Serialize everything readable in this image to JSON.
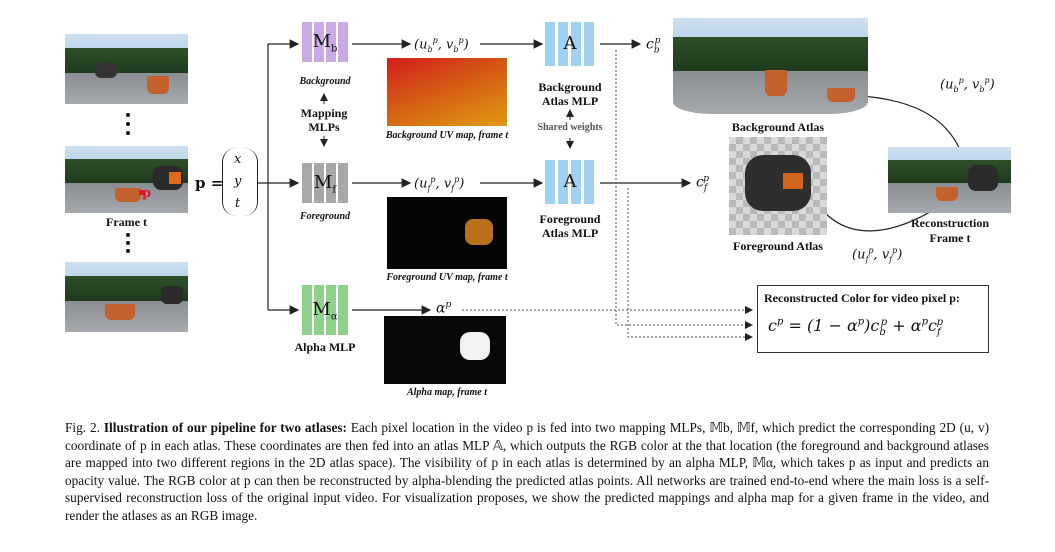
{
  "figure": {
    "frame_label": "Frame t",
    "p_label": "p",
    "p_eq": "p =",
    "vec": [
      "x",
      "y",
      "t"
    ],
    "mlp_b": "M",
    "mlp_b_sub": "b",
    "mlp_f": "M",
    "mlp_f_sub": "f",
    "mlp_a": "M",
    "mlp_a_sub": "α",
    "background_label": "Background",
    "foreground_label": "Foreground",
    "mapping_mlps_line1": "Mapping",
    "mapping_mlps_line2": "MLPs",
    "alpha_mlp_label": "Alpha MLP",
    "uv_b": "(u",
    "uv_b_full": "(u_b^p, v_b^p)",
    "uv_f_full": "(u_f^p, v_f^p)",
    "alpha_p": "α^p",
    "bg_uv_caption": "Background UV map, frame t",
    "fg_uv_caption": "Foreground UV map, frame t",
    "alpha_map_caption": "Alpha map, frame t",
    "atlas_symbol": "A",
    "bg_atlas_mlp_1": "Background",
    "bg_atlas_mlp_2": "Atlas MLP",
    "fg_atlas_mlp_1": "Foreground",
    "fg_atlas_mlp_2": "Atlas MLP",
    "shared_weights": "Shared weights",
    "c_b": "c_b^p",
    "c_f": "c_f^p",
    "background_atlas": "Background Atlas",
    "foreground_atlas": "Foreground Atlas",
    "recon_1": "Reconstruction",
    "recon_2": "Frame t",
    "recon_box_title": "Reconstructed Color for video pixel p:",
    "recon_formula": "c^p = (1 − α^p)c_b^p + α^p c_f^p"
  },
  "caption": {
    "prefix": "Fig. 2.",
    "bold": "Illustration of our pipeline for two atlases:",
    "text": " Each pixel location in the video p is fed into two mapping MLPs, 𝕄b, 𝕄f, which predict the corresponding 2D (u, v) coordinate of p in each atlas. These coordinates are then fed into an atlas MLP 𝔸, which outputs the RGB color at the that location (the foreground and background atlases are mapped into two different regions in the 2D atlas space). The visibility of p in each atlas is determined by an alpha MLP, 𝕄α, which takes p as input and predicts an opacity value. The RGB color at p can then be reconstructed by alpha-blending the predicted atlas points. All networks are trained end-to-end where the main loss is a self-supervised reconstruction loss of the original input video. For visualization proposes, we show the predicted mappings and alpha map for a given frame in the video, and render the atlases as an RGB image."
  },
  "colors": {
    "mlp_purple": "#c9a9e6",
    "mlp_gray": "#a8a8a8",
    "mlp_green": "#8fd18a",
    "atlas_blue": "#9fd2f2"
  }
}
